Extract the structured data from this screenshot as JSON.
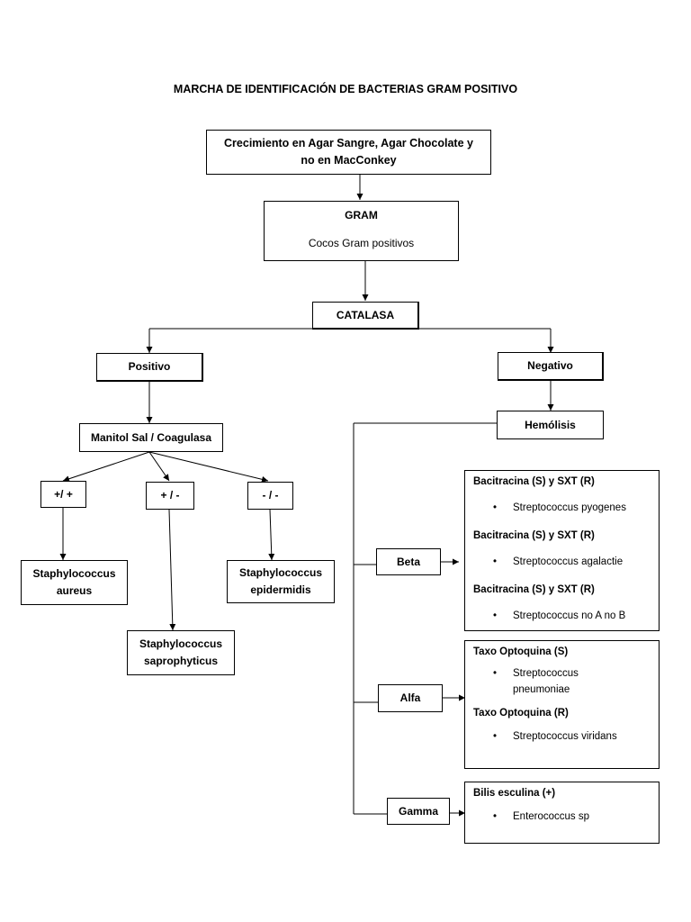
{
  "title": "MARCHA DE IDENTIFICACIÓN DE BACTERIAS GRAM POSITIVO",
  "growth": {
    "line1": "Crecimiento en Agar Sangre, Agar Chocolate y",
    "line2": "no en MacConkey"
  },
  "gram": {
    "label": "GRAM",
    "result": "Cocos Gram positivos"
  },
  "catalasa": "CATALASA",
  "positive_branch": {
    "label": "Positivo",
    "test": "Manitol Sal / Coagulasa",
    "outcomes": [
      {
        "result": "+/ +",
        "organism_line1": "Staphylococcus",
        "organism_line2": "aureus"
      },
      {
        "result": "+ / -",
        "organism_line1": "Staphylococcus",
        "organism_line2": "saprophyticus"
      },
      {
        "result": "- / -",
        "organism_line1": "Staphylococcus",
        "organism_line2": "epidermidis"
      }
    ]
  },
  "negative_branch": {
    "label": "Negativo",
    "test": "Hemólisis",
    "types": [
      {
        "label": "Beta",
        "groups": [
          {
            "test": "Bacitracina (S) y SXT (R)",
            "organism": "Streptococcus pyogenes"
          },
          {
            "test": "Bacitracina (S) y SXT (R)",
            "organism": "Streptococcus agalactie"
          },
          {
            "test": "Bacitracina (S) y SXT (R)",
            "organism": "Streptococcus no A no B"
          }
        ]
      },
      {
        "label": "Alfa",
        "groups": [
          {
            "test": "Taxo Optoquina (S)",
            "organism_line1": "Streptococcus",
            "organism_line2": "pneumoniae"
          },
          {
            "test": "Taxo Optoquina (R)",
            "organism": "Streptococcus viridans"
          }
        ]
      },
      {
        "label": "Gamma",
        "groups": [
          {
            "test": "Bilis esculina (+)",
            "organism": "Enterococcus sp"
          }
        ]
      }
    ]
  },
  "bullet_symbol": "•",
  "line_color": "#000000"
}
